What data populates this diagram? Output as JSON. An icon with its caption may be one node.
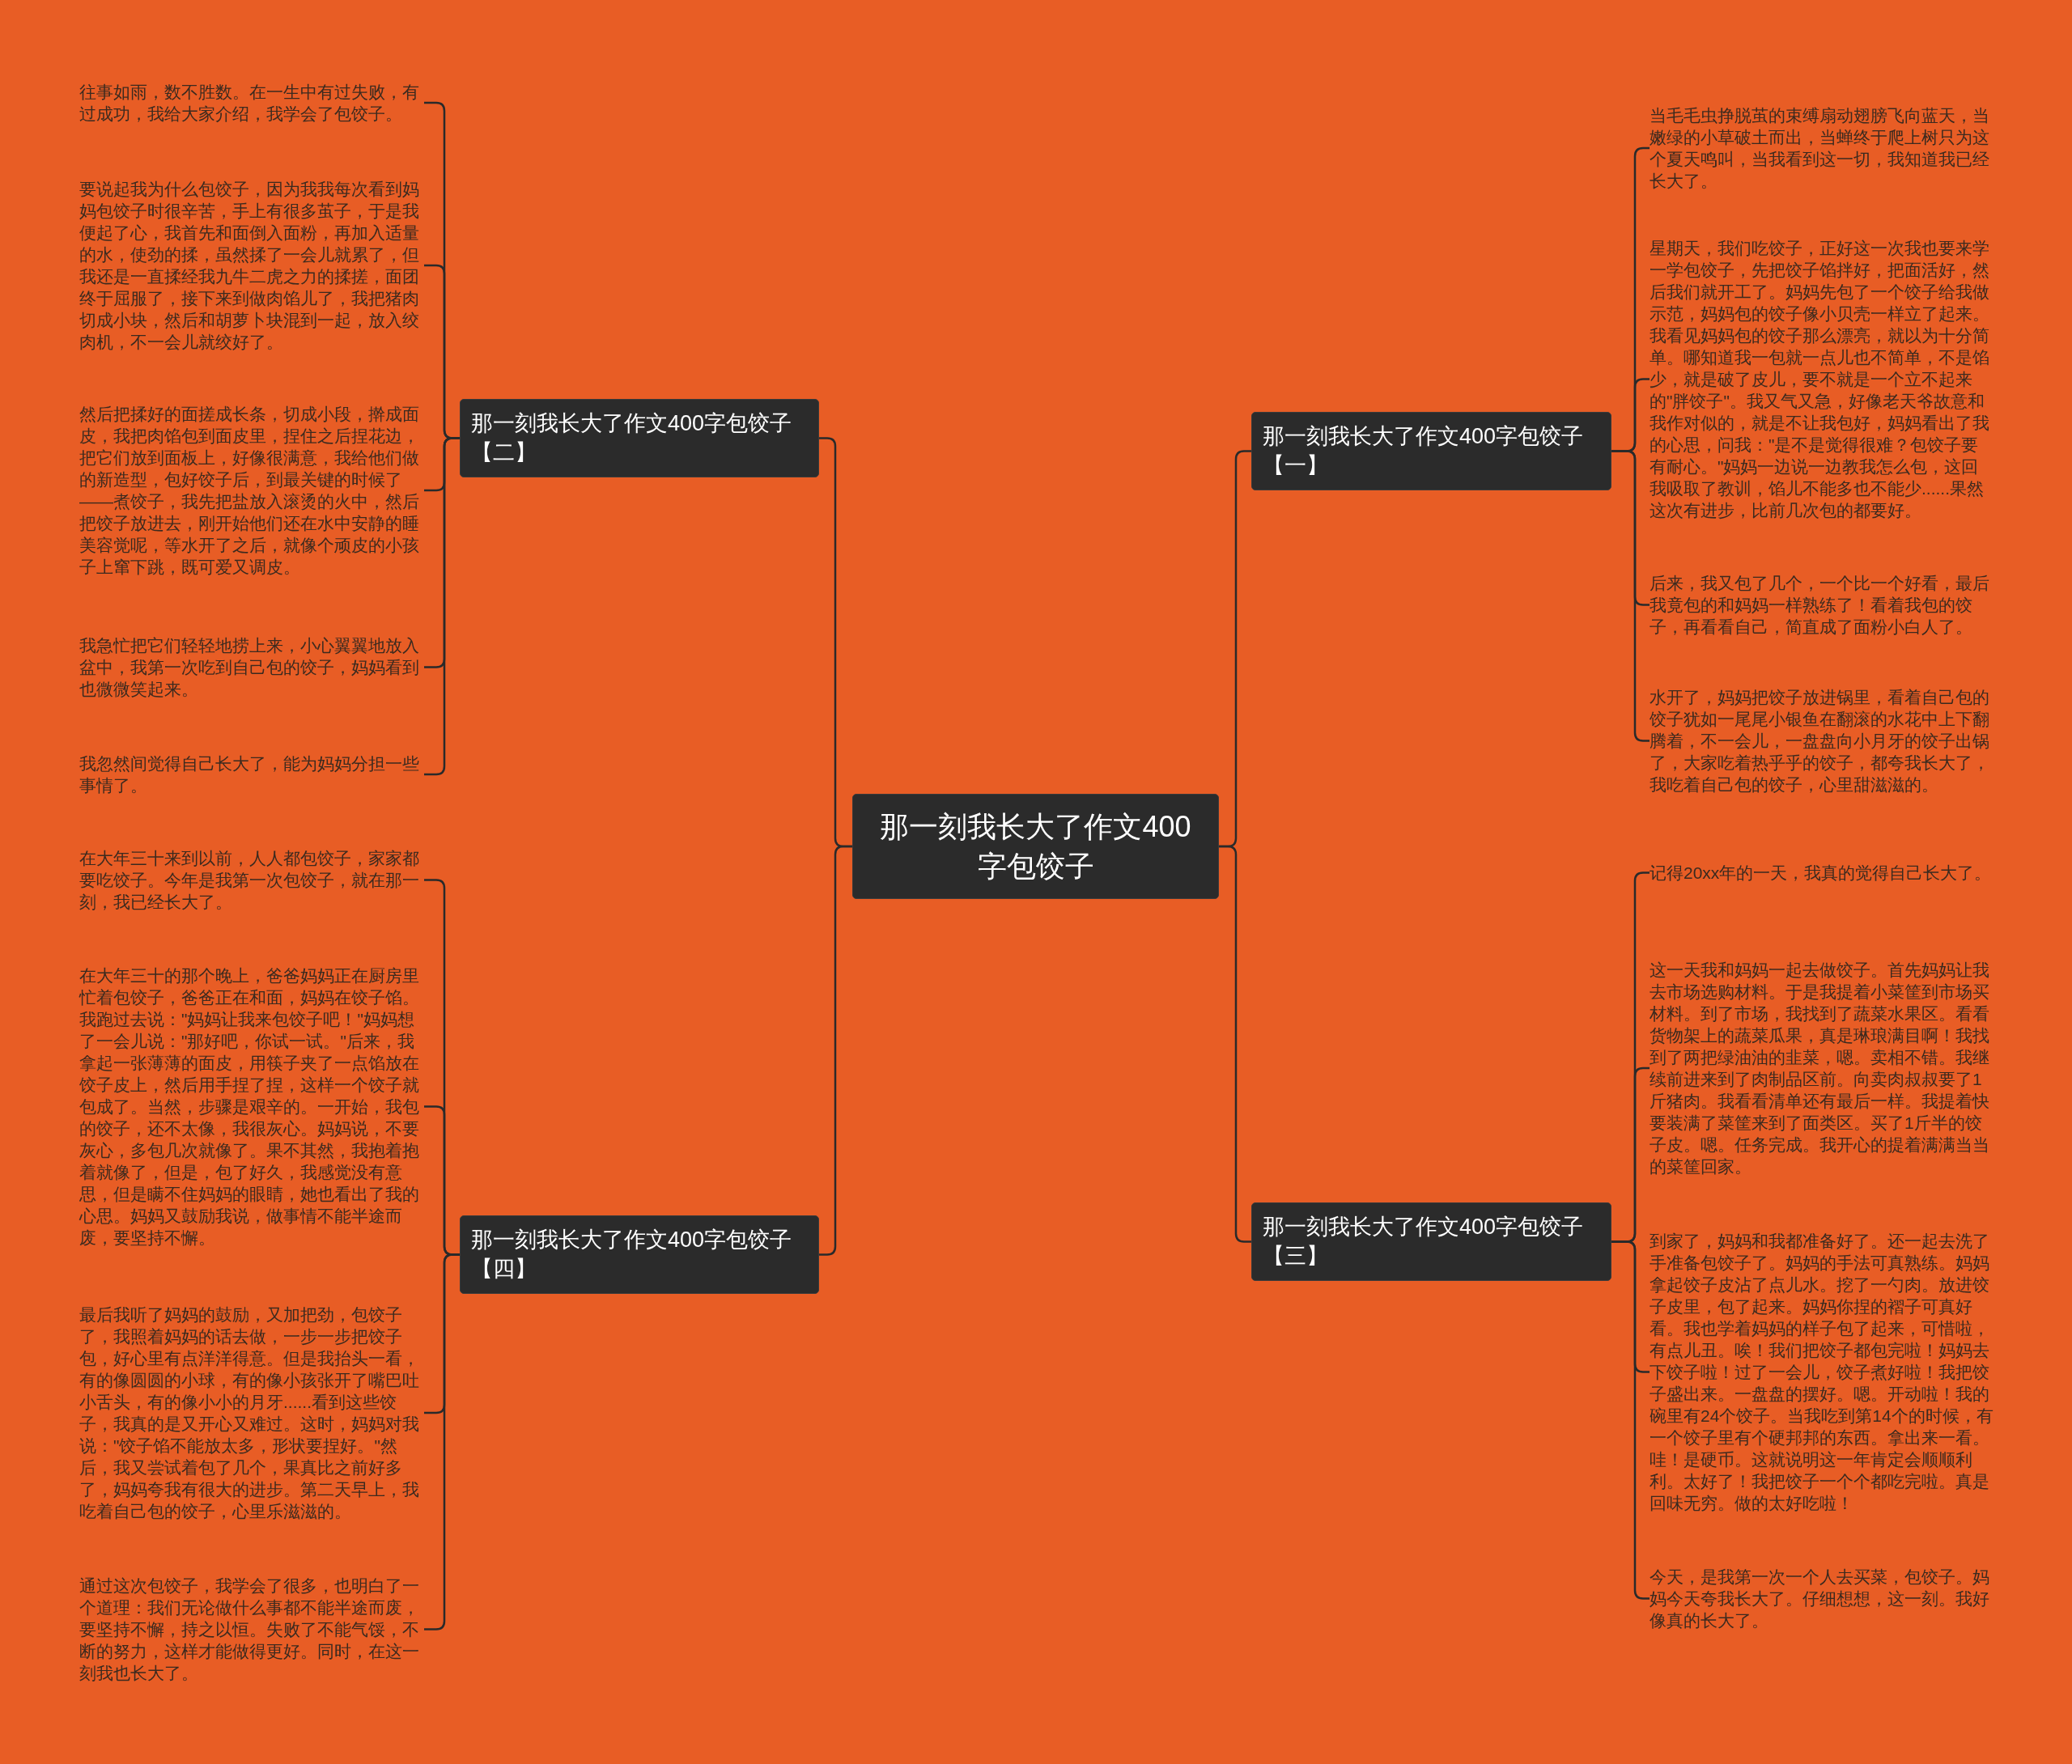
{
  "diagram": {
    "nodes": [
      {
        "text": [
          "那一刻我长大了作文400字包饺子"
        ]
      },
      {
        "text": [
          "那一刻我长大了作文400字包饺子【一】"
        ]
      },
      {
        "text": [
          "当毛毛虫挣脱茧的束缚扇动翅膀飞向蓝天，当嫩绿的小草破土而出，当蝉终于爬上树只为这个夏天鸣叫，当我看到这一切，我知道我已经长大了。"
        ]
      },
      {
        "text": [
          "星期天，我们吃饺子，正好这一次我也要来学一学包饺子，先把饺子馅拌好，把面活好，然后我们就开工了。妈妈先包了一个饺子给我做示范，妈妈包的饺子像小贝壳一样立了起来。我看见妈妈包的饺子那么漂亮，就以为十分简单。哪知道我一包就一点儿也不简单，不是馅少，就是破了皮儿，要不就是一个立不起来的\"胖饺子\"。我又气又急，好像老天爷故意和我作对似的，就是不让我包好，妈妈看出了我的心思，问我：\"是不是觉得很难？包饺子要有耐心。\"妈妈一边说一边教我怎么包，这回我吸取了教训，馅儿不能多也不能少......果然这次有进步，比前几次包的都要好。"
        ]
      },
      {
        "text": [
          "后来，我又包了几个，一个比一个好看，最后我竟包的和妈妈一样熟练了！看着我包的饺子，再看看自己，简直成了面粉小白人了。"
        ]
      },
      {
        "text": [
          "水开了，妈妈把饺子放进锅里，看着自己包的饺子犹如一尾尾小银鱼在翻滚的水花中上下翻腾着，不一会儿，一盘盘向小月牙的饺子出锅了，大家吃着热乎乎的饺子，都夸我长大了，我吃着自己包的饺子，心里甜滋滋的。"
        ]
      },
      {
        "text": [
          "那一刻我长大了作文400字包饺子【二】"
        ]
      },
      {
        "text": [
          "往事如雨，数不胜数。在一生中有过失败，有过成功，我给大家介绍，我学会了包饺子。"
        ]
      },
      {
        "text": [
          "要说起我为什么包饺子，因为我我每次看到妈妈包饺子时很辛苦，手上有很多茧子，于是我便起了心，我首先和面倒入面粉，再加入适量的水，使劲的揉，虽然揉了一会儿就累了，但我还是一直揉经我九牛二虎之力的揉搓，面团终于屈服了，接下来到做肉馅儿了，我把猪肉切成小块，然后和胡萝卜块混到一起，放入绞肉机，不一会儿就绞好了。"
        ]
      },
      {
        "text": [
          "然后把揉好的面搓成长条，切成小段，擀成面皮，我把肉馅包到面皮里，捏住之后捏花边，把它们放到面板上，好像很满意，我给他们做的新造型，包好饺子后，到最关键的时候了——煮饺子，我先把盐放入滚烫的火中，然后把饺子放进去，刚开始他们还在水中安静的睡美容觉呢，等水开了之后，就像个顽皮的小孩子上窜下跳，既可爱又调皮。"
        ]
      },
      {
        "text": [
          "我急忙把它们轻轻地捞上来，小心翼翼地放入盆中，我第一次吃到自己包的饺子，妈妈看到也微微笑起来。"
        ]
      },
      {
        "text": [
          "我忽然间觉得自己长大了，能为妈妈分担一些事情了。"
        ]
      },
      {
        "text": [
          "那一刻我长大了作文400字包饺子【三】"
        ]
      },
      {
        "text": [
          "记得20xx年的一天，我真的觉得自己长大了。"
        ]
      },
      {
        "text": [
          "这一天我和妈妈一起去做饺子。首先妈妈让我去市场选购材料。于是我提着小菜筐到市场买材料。到了市场，我找到了蔬菜水果区。看看货物架上的蔬菜瓜果，真是琳琅满目啊！我找到了两把绿油油的韭菜，嗯。卖相不错。我继续前进来到了肉制品区前。向卖肉叔叔要了1斤猪肉。我看看清单还有最后一样。我提着快要装满了菜筐来到了面类区。买了1斤半的饺子皮。嗯。任务完成。我开心的提着满满当当的菜筐回家。"
        ]
      },
      {
        "text": [
          "到家了，妈妈和我都准备好了。还一起去洗了手准备包饺子了。妈妈的手法可真熟练。妈妈拿起饺子皮沾了点儿水。挖了一勺肉。放进饺子皮里，包了起来。妈妈你捏的褶子可真好看。我也学着妈妈的样子包了起来，可惜啦，有点儿丑。唉！我们把饺子都包完啦！妈妈去下饺子啦！过了一会儿，饺子煮好啦！我把饺子盛出来。一盘盘的摆好。嗯。开动啦！我的碗里有24个饺子。当我吃到第14个的时候，有一个饺子里有个硬邦邦的东西。拿出来一看。哇！是硬币。这就说明这一年肯定会顺顺利利。太好了！我把饺子一个个都吃完啦。真是回味无穷。做的太好吃啦！"
        ]
      },
      {
        "text": [
          "今天，是我第一次一个人去买菜，包饺子。妈妈今天夸我长大了。仔细想想，这一刻。我好像真的长大了。"
        ]
      },
      {
        "text": [
          "那一刻我长大了作文400字包饺子【四】"
        ]
      },
      {
        "text": [
          "在大年三十来到以前，人人都包饺子，家家都要吃饺子。今年是我第一次包饺子，就在那一刻，我已经长大了。"
        ]
      },
      {
        "text": [
          "在大年三十的那个晚上，爸爸妈妈正在厨房里忙着包饺子，爸爸正在和面，妈妈在饺子馅。我跑过去说：\"妈妈让我来包饺子吧！\"妈妈想了一会儿说：\"那好吧，你试一试。\"后来，我拿起一张薄薄的面皮，用筷子夹了一点馅放在饺子皮上，然后用手捏了捏，这样一个饺子就包成了。当然，步骤是艰辛的。一开始，我包的饺子，还不太像，我很灰心。妈妈说，不要灰心，多包几次就像了。果不其然，我抱着抱着就像了，但是，包了好久，我感觉没有意思，但是瞒不住妈妈的眼睛，她也看出了我的心思。妈妈又鼓励我说，做事情不能半途而废，要坚持不懈。"
        ]
      },
      {
        "text": [
          "最后我听了妈妈的鼓励，又加把劲，包饺子了，我照着妈妈的话去做，一步一步把饺子包，好心里有点洋洋得意。但是我抬头一看，有的像圆圆的小球，有的像小孩张开了嘴巴吐小舌头，有的像小小的月牙......看到这些饺子，我真的是又开心又难过。这时，妈妈对我说：\"饺子馅不能放太多，形状要捏好。\"然后，我又尝试着包了几个，果真比之前好多了，妈妈夸我有很大的进步。第二天早上，我吃着自己包的饺子，心里乐滋滋的。"
        ]
      },
      {
        "text": [
          "通过这次包饺子，我学会了很多，也明白了一个道理：我们无论做什么事都不能半途而废，要坚持不懈，持之以恒。失败了不能气馁，不断的努力，这样才能做得更好。同时，在这一刻我也长大了。"
        ]
      }
    ],
    "edges": [
      {
        "from": 0,
        "to": 1,
        "arrow": "none"
      },
      {
        "from": 1,
        "to": 2,
        "arrow": "none"
      },
      {
        "from": 1,
        "to": 3,
        "arrow": "none"
      },
      {
        "from": 1,
        "to": 4,
        "arrow": "none"
      },
      {
        "from": 1,
        "to": 5,
        "arrow": "none"
      },
      {
        "from": 0,
        "to": 6,
        "arrow": "none"
      },
      {
        "from": 6,
        "to": 7,
        "arrow": "none"
      },
      {
        "from": 6,
        "to": 8,
        "arrow": "none"
      },
      {
        "from": 6,
        "to": 9,
        "arrow": "none"
      },
      {
        "from": 6,
        "to": 10,
        "arrow": "none"
      },
      {
        "from": 6,
        "to": 11,
        "arrow": "none"
      },
      {
        "from": 0,
        "to": 12,
        "arrow": "none"
      },
      {
        "from": 12,
        "to": 13,
        "arrow": "none"
      },
      {
        "from": 12,
        "to": 14,
        "arrow": "none"
      },
      {
        "from": 12,
        "to": 15,
        "arrow": "none"
      },
      {
        "from": 12,
        "to": 16,
        "arrow": "none"
      },
      {
        "from": 0,
        "to": 17,
        "arrow": "none"
      },
      {
        "from": 17,
        "to": 18,
        "arrow": "none"
      },
      {
        "from": 17,
        "to": 19,
        "arrow": "none"
      },
      {
        "from": 17,
        "to": 20,
        "arrow": "none"
      },
      {
        "from": 17,
        "to": 21,
        "arrow": "none"
      }
    ]
  }
}
